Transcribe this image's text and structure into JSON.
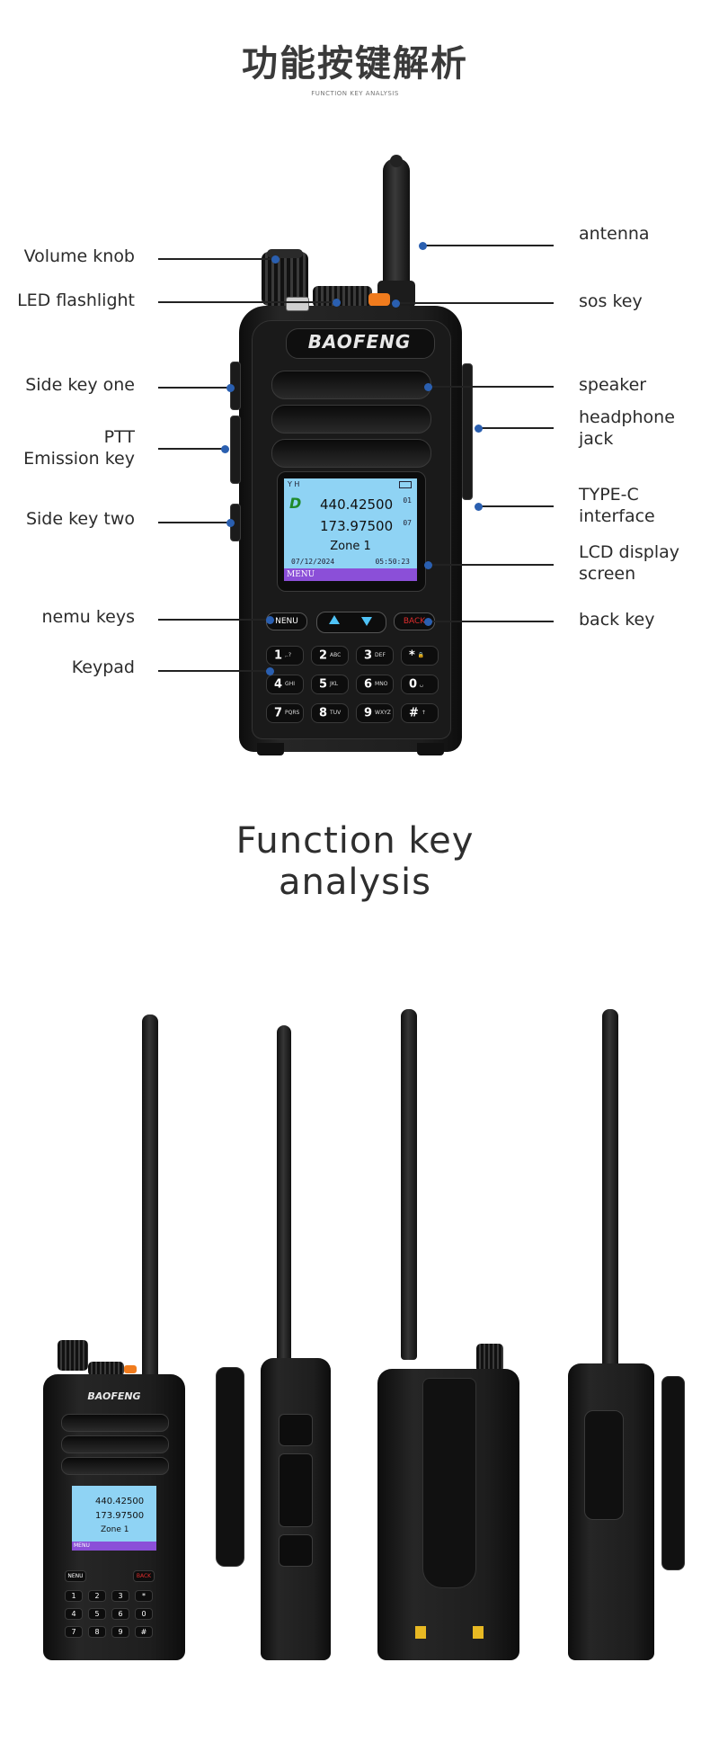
{
  "header": {
    "title_zh": "功能按键解析",
    "subtitle": "FUNCTION KEY ANALYSIS"
  },
  "callouts": {
    "left": [
      {
        "id": "volume-knob",
        "label": "Volume knob"
      },
      {
        "id": "led-flashlight",
        "label": "LED flashlight"
      },
      {
        "id": "side-key-one",
        "label": "Side key one"
      },
      {
        "id": "ptt-emission-key",
        "label": "PTT\nEmission key"
      },
      {
        "id": "side-key-two",
        "label": "Side key two"
      },
      {
        "id": "menu-keys",
        "label": "nemu keys"
      },
      {
        "id": "keypad",
        "label": "Keypad"
      }
    ],
    "right": [
      {
        "id": "antenna",
        "label": "antenna"
      },
      {
        "id": "sos-key",
        "label": "sos key"
      },
      {
        "id": "speaker",
        "label": "speaker"
      },
      {
        "id": "headphone-jack",
        "label": "headphone\njack"
      },
      {
        "id": "type-c-interface",
        "label": "TYPE-C\ninterface"
      },
      {
        "id": "lcd-display-screen",
        "label": "LCD display\nscreen"
      },
      {
        "id": "back-key",
        "label": "back key"
      }
    ]
  },
  "radio": {
    "brand": "BAOFENG",
    "screen": {
      "status": "Y  H",
      "mode_icon": "D",
      "freq_a": "440.42500",
      "freq_b": "173.97500",
      "ch_a": "01",
      "ch_b": "07",
      "zone": "Zone 1",
      "date": "07/12/2024",
      "time": "05:50:23",
      "softkey": "MENU"
    },
    "menu_key": "NENU",
    "back_key": "BACK",
    "keys": [
      {
        "num": "1",
        "sub": ",.?"
      },
      {
        "num": "2",
        "sub": "ABC"
      },
      {
        "num": "3",
        "sub": "DEF"
      },
      {
        "num": "*",
        "sub": "🔒"
      },
      {
        "num": "4",
        "sub": "GHI"
      },
      {
        "num": "5",
        "sub": "JKL"
      },
      {
        "num": "6",
        "sub": "MNO"
      },
      {
        "num": "0",
        "sub": "␣"
      },
      {
        "num": "7",
        "sub": "PQRS"
      },
      {
        "num": "8",
        "sub": "TUV"
      },
      {
        "num": "9",
        "sub": "WXYZ"
      },
      {
        "num": "#",
        "sub": "↑"
      }
    ]
  },
  "section2": {
    "title": "Function key\nanalysis"
  },
  "colors": {
    "accent_dot": "#2a5fb0",
    "lcd_bg": "#8fd3f4",
    "lcd_softkey": "#8b4fd8",
    "sos_orange": "#f07b1d",
    "back_red": "#e02d2d",
    "battery_gold": "#e8b923"
  }
}
